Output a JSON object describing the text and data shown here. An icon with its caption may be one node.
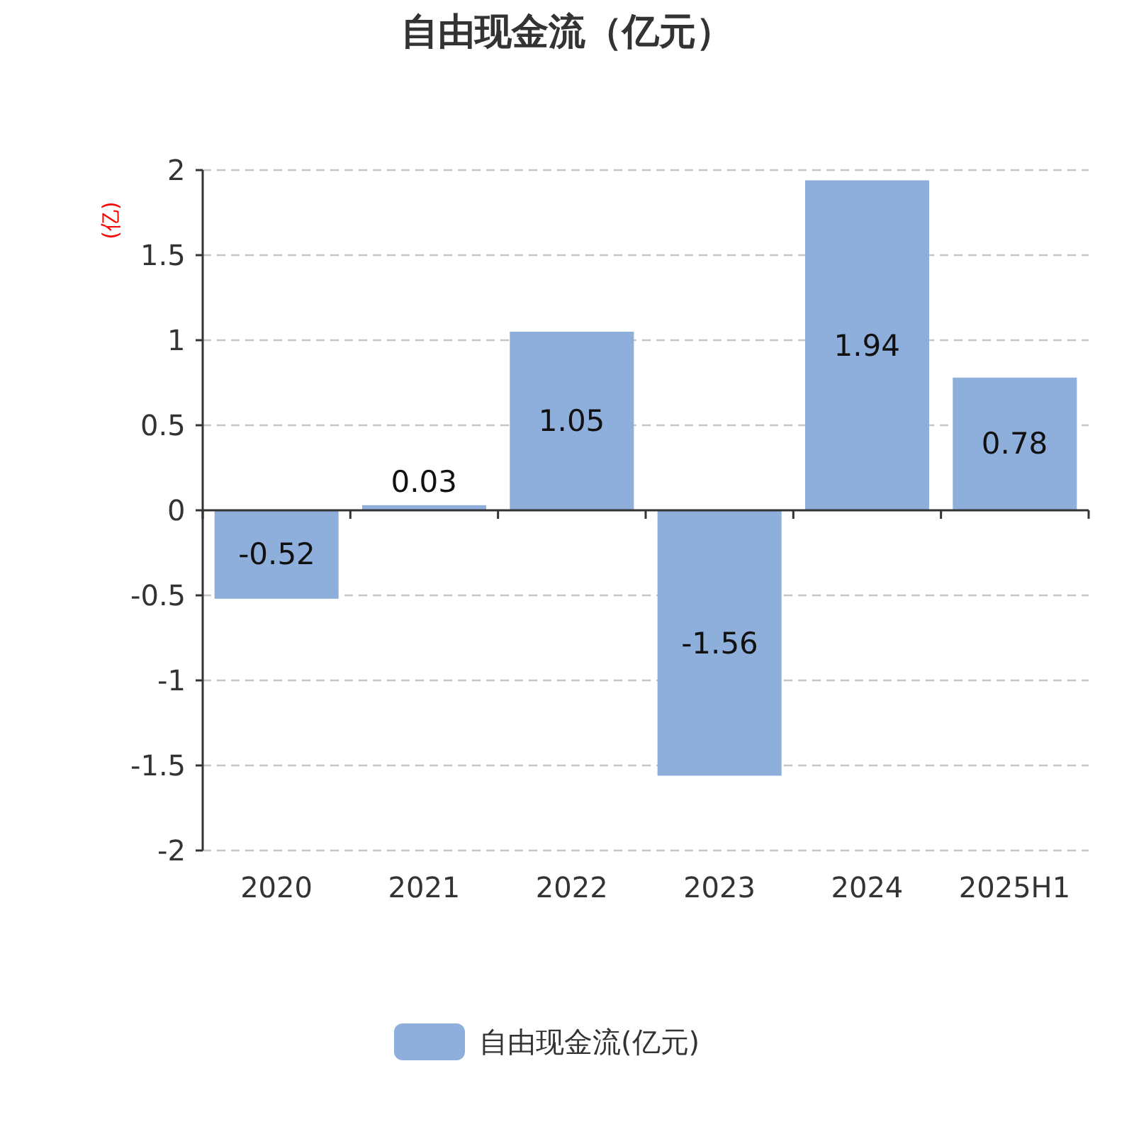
{
  "diagram": {
    "chart_data": {
      "type": "bar",
      "title": "自由现金流（亿元）",
      "ylabel": "(亿)",
      "categories": [
        "2020",
        "2021",
        "2022",
        "2023",
        "2024",
        "2025H1"
      ],
      "series": [
        {
          "name": "自由现金流(亿元)",
          "color": "#8eaedb",
          "values": [
            -0.52,
            0.03,
            1.05,
            -1.56,
            1.94,
            0.78
          ]
        }
      ],
      "ylim": [
        -2,
        2
      ],
      "yticks": [
        2,
        1.5,
        1,
        0.5,
        0,
        -0.5,
        -1,
        -1.5,
        -2
      ],
      "grid": "y",
      "data_labels": true
    }
  }
}
